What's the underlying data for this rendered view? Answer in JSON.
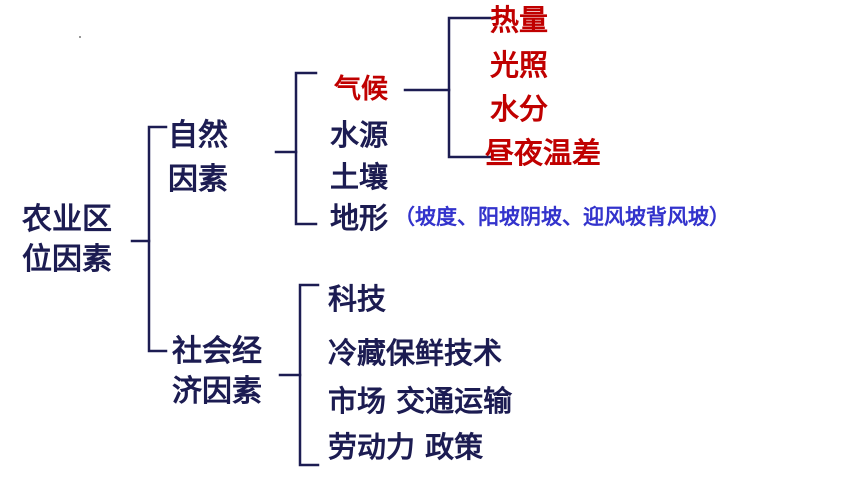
{
  "root": {
    "line1": "农业区",
    "line2": "位因素"
  },
  "natural": {
    "line1": "自然",
    "line2": "因素",
    "climate": {
      "label": "气候",
      "items": [
        "热量",
        "光照",
        "水分",
        "昼夜温差"
      ]
    },
    "water": "水源",
    "soil": "土壤",
    "terrain": {
      "label": "地形",
      "note": "（坡度、阳坡阴坡、迎风坡背风坡）"
    }
  },
  "social": {
    "line1": "社会经",
    "line2": "济因素",
    "items": [
      "科技",
      "冷藏保鲜技术",
      "市场   交通运输",
      "劳动力  政策"
    ]
  },
  "colors": {
    "main": "#1c1c52",
    "highlight": "#c00000",
    "note": "#3333cc"
  }
}
